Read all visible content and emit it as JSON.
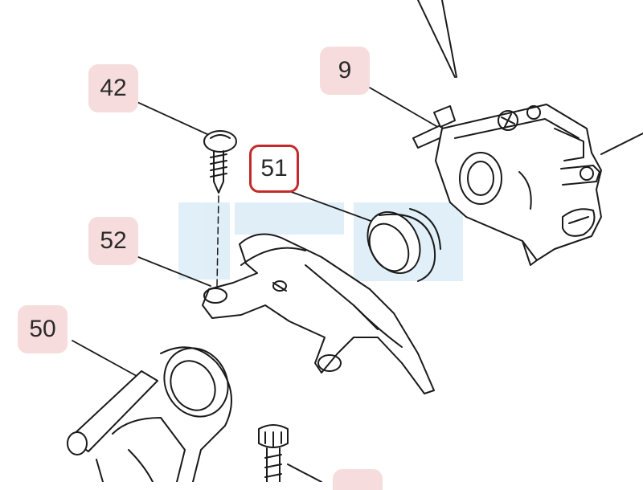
{
  "callouts": [
    {
      "id": "part-9",
      "label": "9",
      "highlighted": false
    },
    {
      "id": "part-42",
      "label": "42",
      "highlighted": false
    },
    {
      "id": "part-51",
      "label": "51",
      "highlighted": true
    },
    {
      "id": "part-52",
      "label": "52",
      "highlighted": false
    },
    {
      "id": "part-50",
      "label": "50",
      "highlighted": false
    },
    {
      "id": "part-partial",
      "label": "",
      "highlighted": false
    }
  ],
  "colors": {
    "badge_fill": "#f6dcdc",
    "highlight_border": "#c42a2a",
    "line_art": "#1a1a1a",
    "watermark": "#d9ecf6"
  },
  "icons": [
    "screw-icon",
    "gasket-ring-icon",
    "carburetor-icon",
    "intake-bracket-icon",
    "intake-manifold-icon",
    "bolt-icon"
  ]
}
